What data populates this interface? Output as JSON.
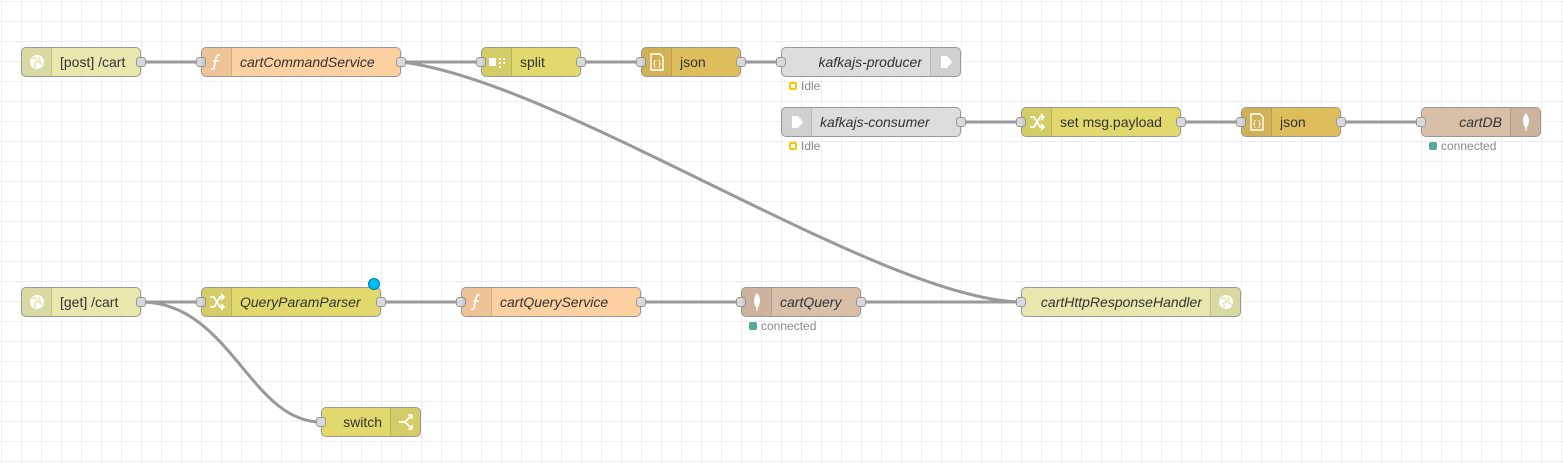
{
  "workspace": {
    "nodes": {
      "post_cart": {
        "label": "[post] /cart",
        "type": "http in",
        "color": "#e7e7ae",
        "icon": "globe-icon"
      },
      "cart_command_service": {
        "label": "cartCommandService",
        "type": "function",
        "color": "#fdd0a2",
        "icon": "function-icon"
      },
      "split": {
        "label": "split",
        "type": "split",
        "color": "#e2d96e",
        "icon": "split-icon"
      },
      "json_1": {
        "label": "json",
        "type": "json",
        "color": "#debd5c",
        "icon": "json-braces-icon"
      },
      "kafkajs_producer": {
        "label": "kafkajs-producer",
        "type": "kafka producer",
        "color": "#dddddd",
        "icon": "arrow-right-icon",
        "status": "Idle"
      },
      "kafkajs_consumer": {
        "label": "kafkajs-consumer",
        "type": "kafka consumer",
        "color": "#dddddd",
        "icon": "arrow-right-icon",
        "status": "Idle"
      },
      "set_payload": {
        "label": "set msg.payload",
        "type": "change",
        "color": "#e2d96e",
        "icon": "shuffle-icon"
      },
      "json_2": {
        "label": "json",
        "type": "json",
        "color": "#debd5c",
        "icon": "json-braces-icon"
      },
      "cart_db": {
        "label": "cartDB",
        "type": "mongodb out",
        "color": "#d8bfa8",
        "icon": "leaf-icon",
        "status": "connected"
      },
      "get_cart": {
        "label": "[get] /cart",
        "type": "http in",
        "color": "#e7e7ae",
        "icon": "globe-icon"
      },
      "query_param_parser": {
        "label": "QueryParamParser",
        "type": "change",
        "color": "#e2d96e",
        "icon": "shuffle-icon",
        "changed": true
      },
      "cart_query_service": {
        "label": "cartQueryService",
        "type": "function",
        "color": "#fdd0a2",
        "icon": "function-icon"
      },
      "cart_query": {
        "label": "cartQuery",
        "type": "mongodb in",
        "color": "#d8bfa8",
        "icon": "leaf-icon",
        "status": "connected"
      },
      "cart_http_response_handler": {
        "label": "cartHttpResponseHandler",
        "type": "http response",
        "color": "#e7e7ae",
        "icon": "globe-icon"
      },
      "switch": {
        "label": "switch",
        "type": "switch",
        "color": "#e2d96e",
        "icon": "switch-icon"
      }
    },
    "colors": {
      "wire": "#999999",
      "status_idle": "#f2c800",
      "status_connected": "#55aa99",
      "changed_indicator": "#00bcff"
    }
  }
}
